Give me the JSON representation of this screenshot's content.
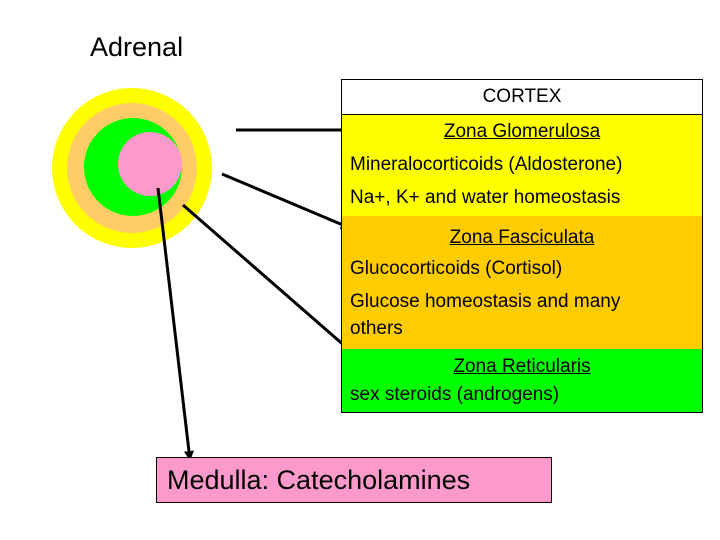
{
  "title": "Adrenal",
  "cortex_header": "CORTEX",
  "zones": [
    {
      "name": "Zona Glomerulosa",
      "lines": [
        "Mineralocorticoids (Aldosterone)",
        "Na+, K+ and water homeostasis"
      ],
      "color": "#ffff00"
    },
    {
      "name": "Zona Fasciculata",
      "lines": [
        "Glucocorticoids (Cortisol)",
        "Glucose homeostasis and many",
        "others"
      ],
      "color": "#ffcc00"
    },
    {
      "name": "Zona Reticularis",
      "lines": [
        "sex steroids (androgens)"
      ],
      "color": "#00ff00"
    }
  ],
  "medulla": {
    "label": "Medulla: Catecholamines",
    "color": "#fe99cc"
  },
  "colors": {
    "outer_ring": "#ffff00",
    "middle_ring": "#ffcc66",
    "inner_ring": "#00ff00",
    "core": "#fe99cc",
    "arrow": "#000000"
  }
}
